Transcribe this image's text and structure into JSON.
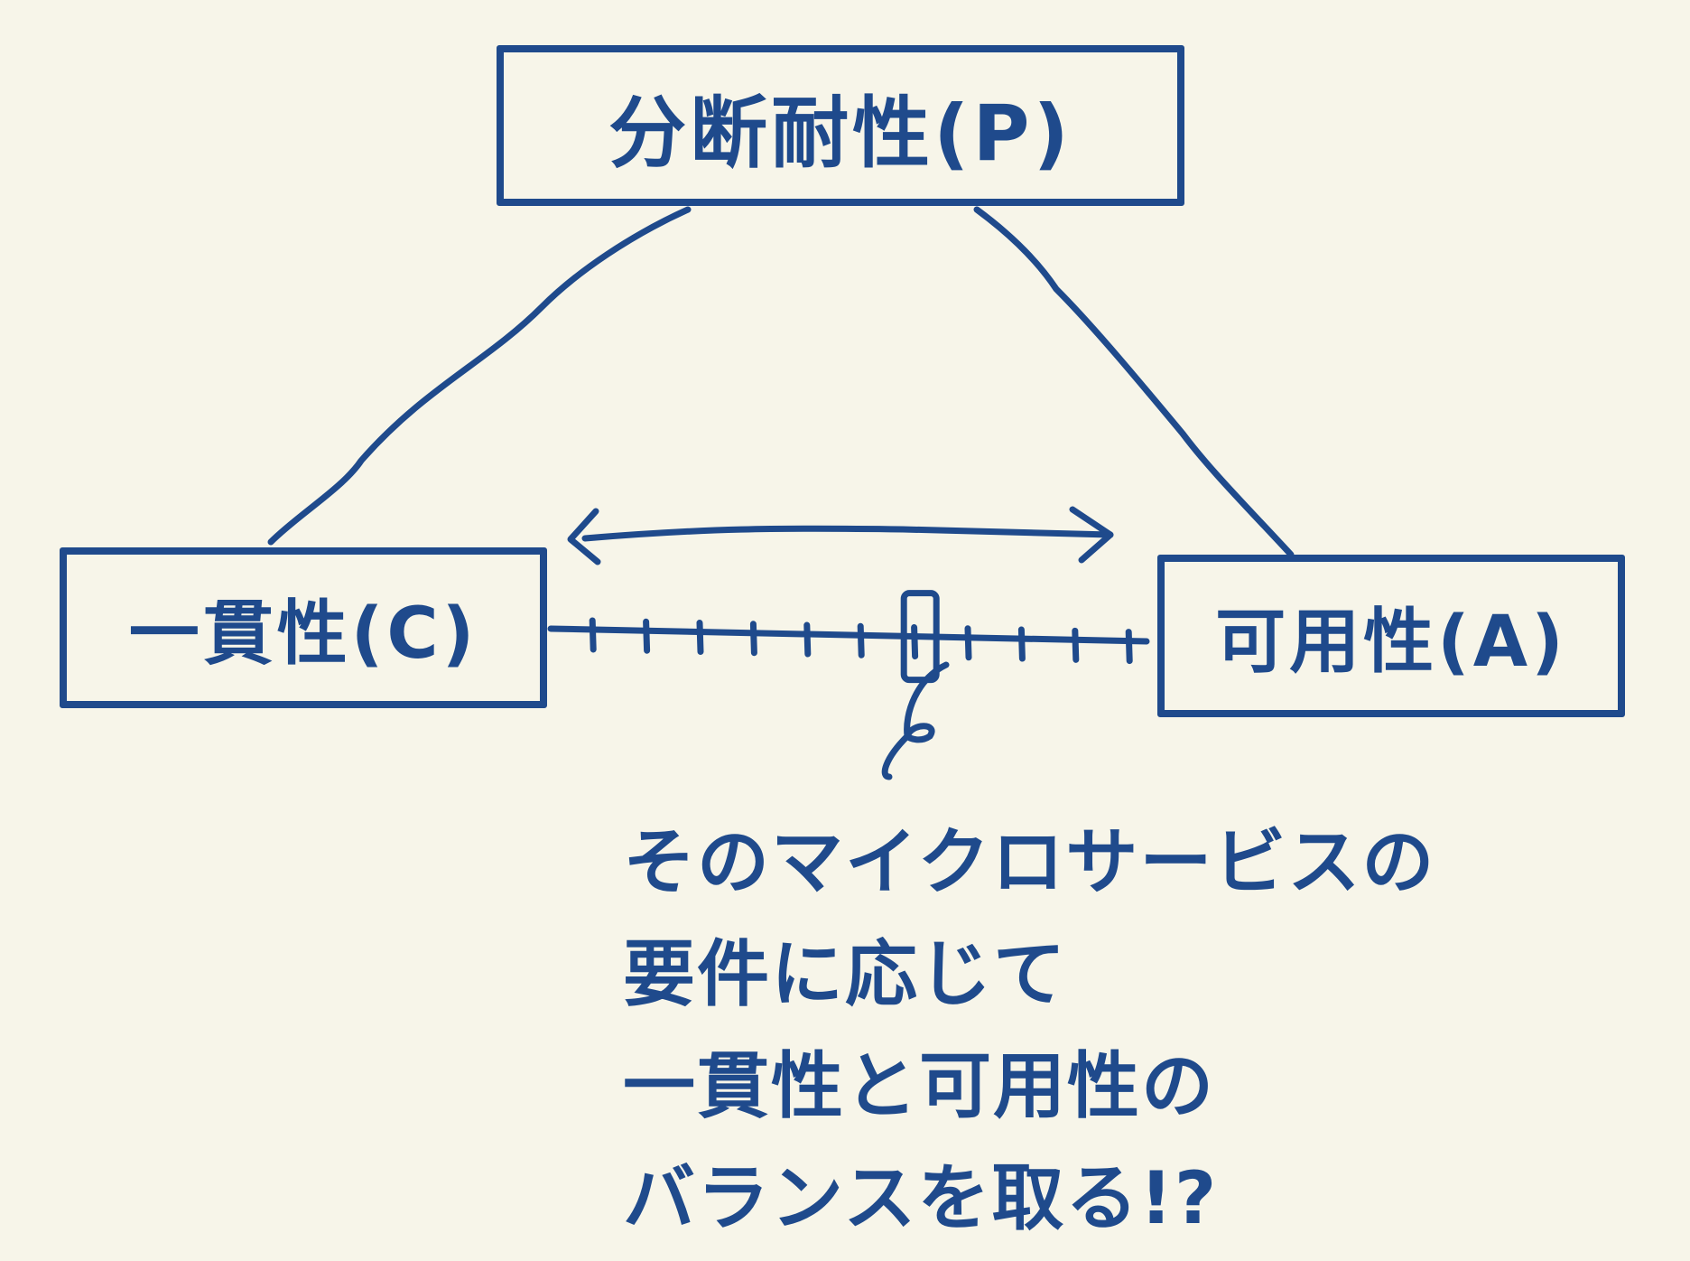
{
  "diagram": {
    "nodes": {
      "partition_tolerance": {
        "label": "分断耐性(P)"
      },
      "consistency": {
        "label": "一貫性(C)"
      },
      "availability": {
        "label": "可用性(A)"
      }
    },
    "note": {
      "lines": [
        "そのマイクロサービスの",
        "要件に応じて",
        "一貫性と可用性の",
        "バランスを取る!?"
      ]
    },
    "scale": {
      "tick_count": 11,
      "slider_position": 0.62
    }
  },
  "colors": {
    "ink": "#1f4a8c",
    "background": "#f7f5e9"
  }
}
